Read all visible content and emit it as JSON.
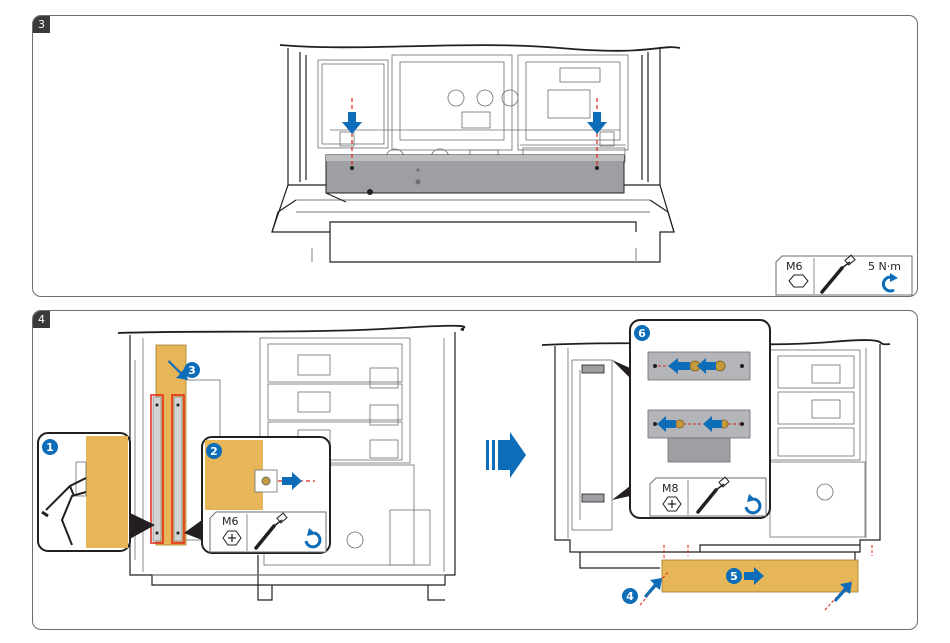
{
  "step3": {
    "badge": "3",
    "tool_box": {
      "screw": "M6",
      "torque": "5 N·m"
    }
  },
  "step4": {
    "badge": "4",
    "callouts": {
      "c1": "1",
      "c2": "2",
      "c3": "3",
      "c4": "4",
      "c5": "5",
      "c6": "6"
    },
    "tool_box_left": {
      "screw": "M6"
    },
    "tool_box_right": {
      "screw": "M8"
    }
  },
  "colors": {
    "arrow_blue": "#0d6db8",
    "wood": "#e6b659",
    "plate_gray": "#9d9fa2",
    "frame_line": "#231f20",
    "highlight_red": "#e2231a",
    "panel_border": "#6d6e71"
  },
  "icons": {
    "screw_head": "hex-head-icon",
    "screw_cross": "phillips-head-icon",
    "screwdriver": "screwdriver-icon",
    "tighten": "rotate-clockwise-icon",
    "loosen": "rotate-counterclockwise-icon",
    "pliers": "pliers-icon",
    "next": "double-arrow-right-icon"
  }
}
